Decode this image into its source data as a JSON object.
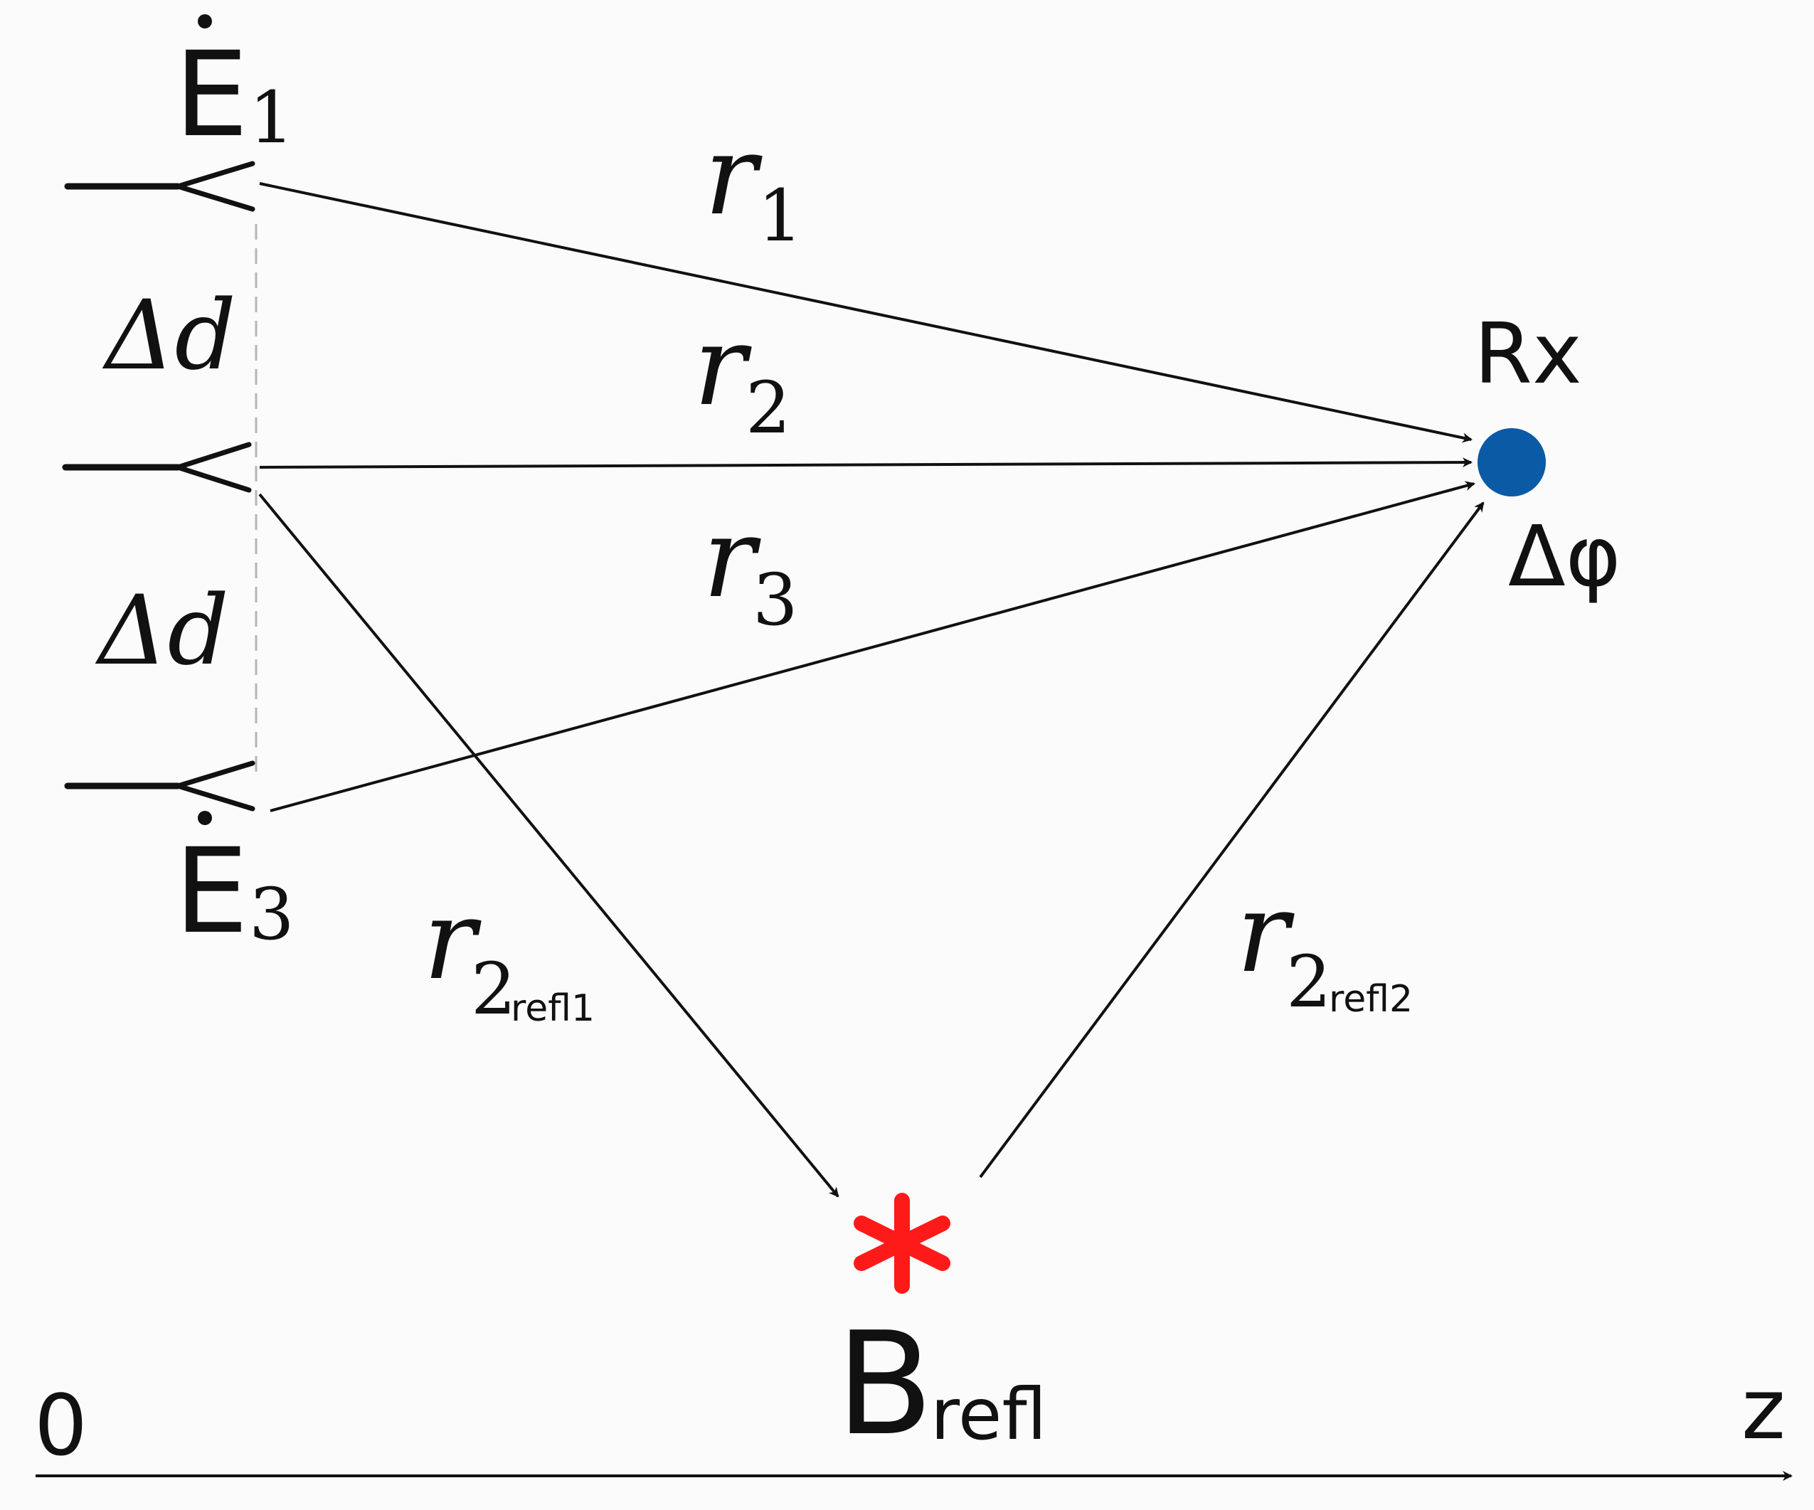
{
  "colors": {
    "line": "#111111",
    "dashed": "#b5b5b5",
    "receiver": "#0b5aa5",
    "reflector": "#ff1a1a",
    "background": "#fbfbfb"
  },
  "sources": {
    "e1": {
      "letter": "E",
      "sub": "1"
    },
    "e3": {
      "letter": "E",
      "sub": "3"
    }
  },
  "spacing": {
    "delta_d_top": "Δd",
    "delta_d_bottom": "Δd"
  },
  "paths": {
    "r1": {
      "main": "r",
      "sub": "1"
    },
    "r2": {
      "main": "r",
      "sub": "2"
    },
    "r3": {
      "main": "r",
      "sub": "3"
    },
    "r2_refl1": {
      "main": "r",
      "sub": "2",
      "subsub": "refl1"
    },
    "r2_refl2": {
      "main": "r",
      "sub": "2",
      "subsub": "refl2"
    }
  },
  "receiver": {
    "label": "Rx",
    "phase": "Δφ",
    "icon": "receiver-dot-icon"
  },
  "reflector": {
    "letter": "B",
    "sub": "refl",
    "icon": "asterisk-icon"
  },
  "axis": {
    "origin": "0",
    "label": "z"
  }
}
